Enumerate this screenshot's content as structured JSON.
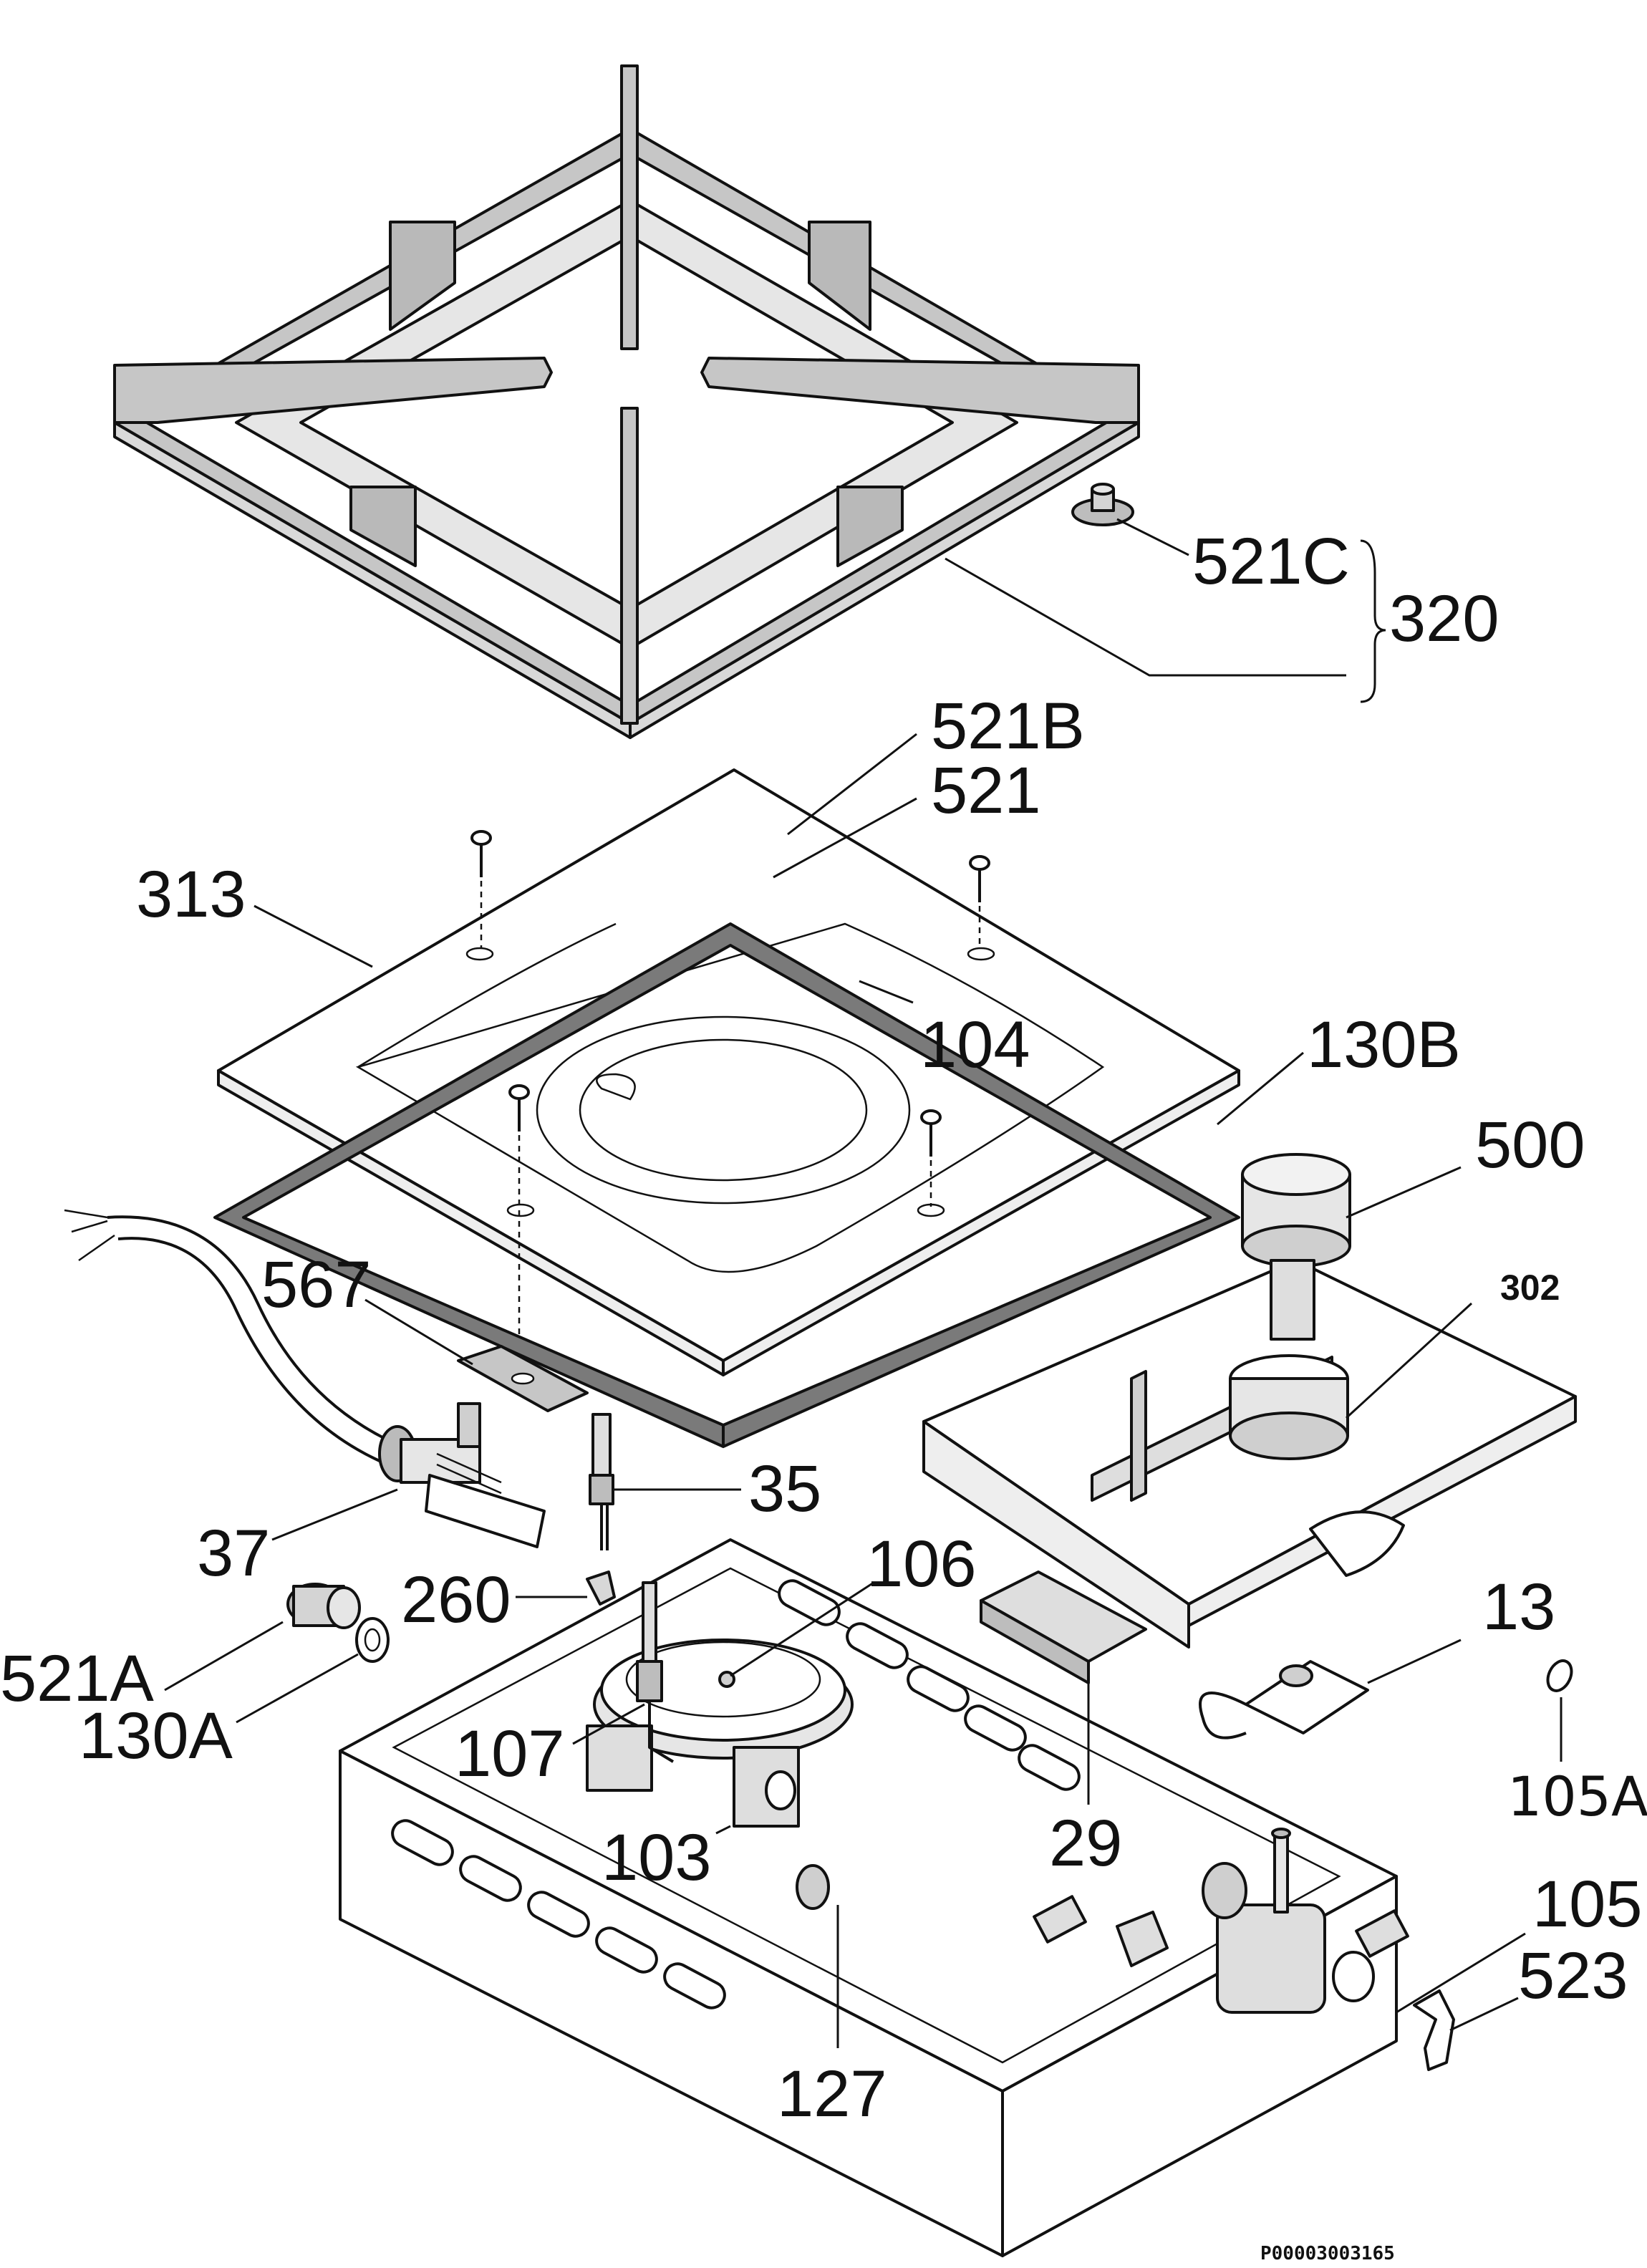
{
  "diagram": {
    "labels": {
      "l_521C": "521C",
      "l_320": "320",
      "l_521B": "521B",
      "l_521": "521",
      "l_313": "313",
      "l_104": "104",
      "l_130B": "130B",
      "l_500": "500",
      "l_567": "567",
      "l_302": "302",
      "l_35": "35",
      "l_37": "37",
      "l_106": "106",
      "l_260": "260",
      "l_13": "13",
      "l_521A": "521A",
      "l_130A": "130A",
      "l_107": "107",
      "l_105A": "105A",
      "l_29": "29",
      "l_103": "103",
      "l_105": "105",
      "l_523": "523",
      "l_127": "127"
    },
    "drawing_code": "P00003003165"
  }
}
